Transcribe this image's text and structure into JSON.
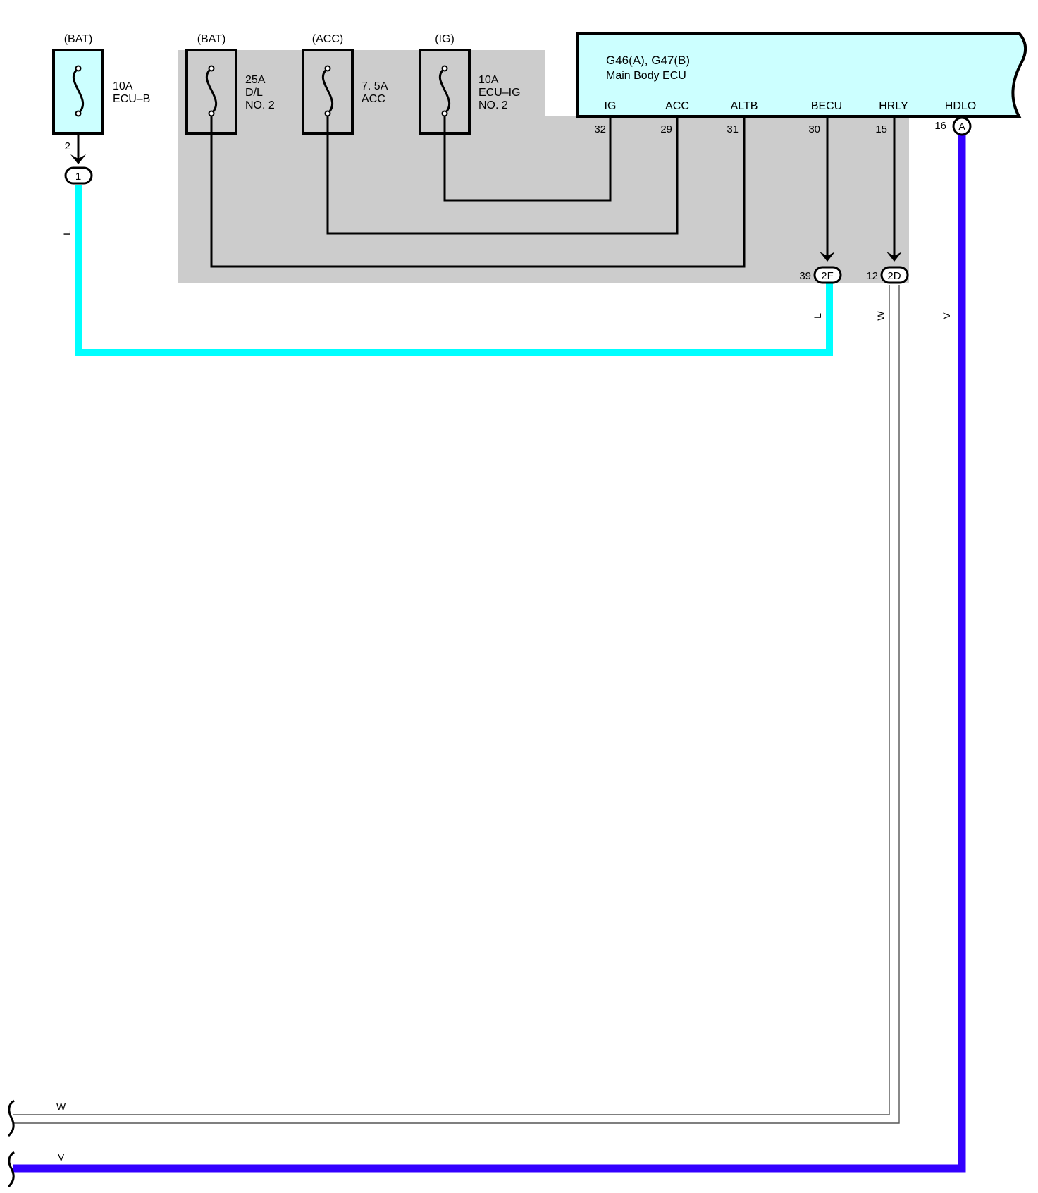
{
  "fuses": [
    {
      "id": "ecu-b",
      "source": "(BAT)",
      "rating": "10A",
      "name_lines": [
        "ECU–B"
      ],
      "pin": "2"
    },
    {
      "id": "dl-no2",
      "source": "(BAT)",
      "rating": "25A",
      "name_lines": [
        "D/L",
        "NO. 2"
      ]
    },
    {
      "id": "acc",
      "source": "(ACC)",
      "rating": "7. 5A",
      "name_lines": [
        "ACC"
      ]
    },
    {
      "id": "ecu-ig-no2",
      "source": "(IG)",
      "rating": "10A",
      "name_lines": [
        "ECU–IG",
        "NO. 2"
      ]
    }
  ],
  "ecu": {
    "title": "G46(A), G47(B)",
    "subtitle": "Main Body ECU",
    "terminals": [
      {
        "name": "IG",
        "pin": "32"
      },
      {
        "name": "ACC",
        "pin": "29"
      },
      {
        "name": "ALTB",
        "pin": "31"
      },
      {
        "name": "BECU",
        "pin": "30"
      },
      {
        "name": "HRLY",
        "pin": "15"
      },
      {
        "name": "HDLO",
        "pin": "16",
        "connector": "A"
      }
    ]
  },
  "connectors": [
    {
      "id": "j1",
      "label": "1"
    },
    {
      "id": "j2f",
      "label": "2F",
      "pin": "39"
    },
    {
      "id": "j2d",
      "label": "2D",
      "pin": "12"
    }
  ],
  "wire_labels": {
    "l_left": "L",
    "l_right": "L",
    "w_vertical": "W",
    "v_vertical": "V",
    "w_bottom": "W",
    "v_bottom": "V"
  },
  "colors": {
    "wire_l": "#00ffff",
    "wire_v": "#3300ff",
    "wire_w": "#ffffff",
    "ecu_fill": "#ccffff",
    "junction_block": "#cccccc"
  }
}
